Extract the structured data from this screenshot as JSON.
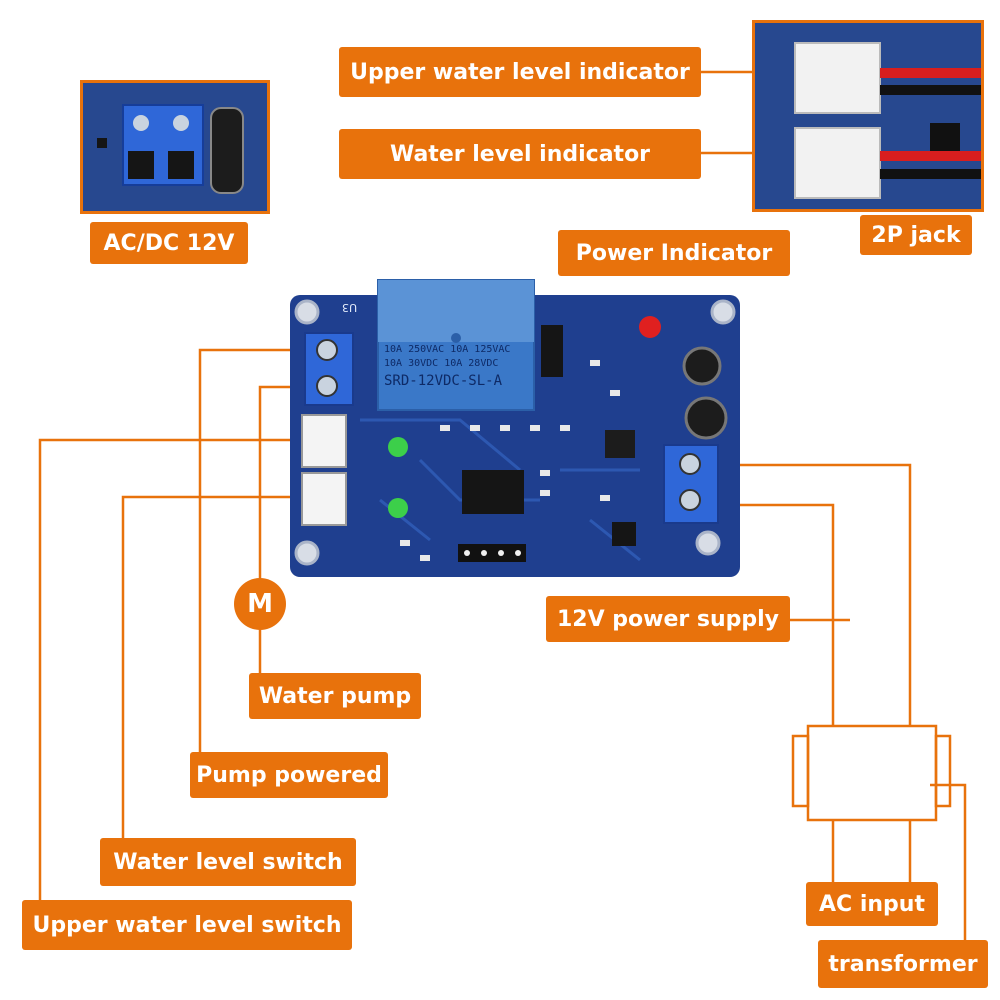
{
  "labels": {
    "upper_water_level_indicator": "Upper water level indicator",
    "water_level_indicator": "Water level indicator",
    "ac_dc_12v": "AC/DC 12V",
    "two_p_jack": "2P jack",
    "power_indicator": "Power Indicator",
    "twelve_v_power_supply": "12V power supply",
    "water_pump": "Water pump",
    "pump_powered": "Pump powered",
    "water_level_switch": "Water level switch",
    "upper_water_level_switch": "Upper water level switch",
    "ac_input": "AC input",
    "transformer": "transformer",
    "motor_symbol": "M"
  },
  "board_text": {
    "relay_line1": "10A 250VAC  10A 125VAC",
    "relay_line2": "10A 30VDC  10A 28VDC",
    "relay_model": "SRD-12VDC-SL-A",
    "u3": "U3"
  },
  "colors": {
    "accent": "#e8720c",
    "pcb": "#1f3f8f",
    "relay": "#3a78c8",
    "led_green": "#3ccf4a",
    "led_red": "#e02020"
  }
}
